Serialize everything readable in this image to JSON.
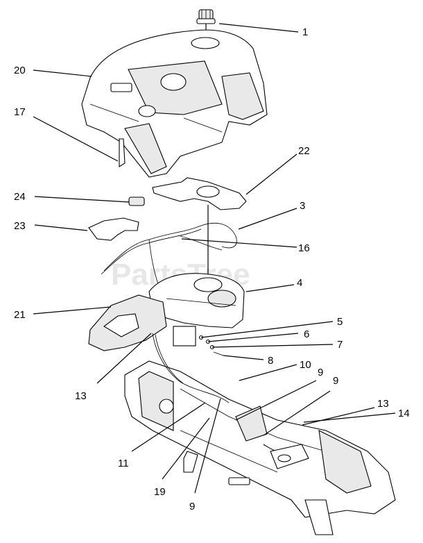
{
  "watermark": "PartsTree",
  "callouts": {
    "c1": "1",
    "c20": "20",
    "c17": "17",
    "c22": "22",
    "c24": "24",
    "c3": "3",
    "c23": "23",
    "c16": "16",
    "c4": "4",
    "c21": "21",
    "c5": "5",
    "c6": "6",
    "c7": "7",
    "c8": "8",
    "c10": "10",
    "c9a": "9",
    "c9b": "9",
    "c13a": "13",
    "c13b": "13",
    "c14": "14",
    "c11": "11",
    "c19": "19",
    "c9c": "9"
  }
}
